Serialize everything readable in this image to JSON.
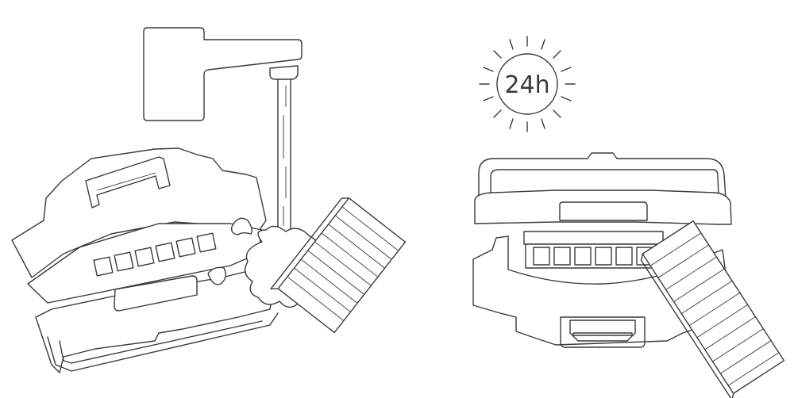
{
  "figure": {
    "type": "instruction-illustration",
    "panels": [
      {
        "id": "wash",
        "description": "Dust bin and filter rinsed under running tap water"
      },
      {
        "id": "dry",
        "description": "Dust bin and filter left to air dry"
      }
    ],
    "dry_badge": {
      "label": "24h",
      "icon": "sun-icon"
    },
    "stroke_color": "#3a3a3a",
    "background": "#ffffff"
  }
}
